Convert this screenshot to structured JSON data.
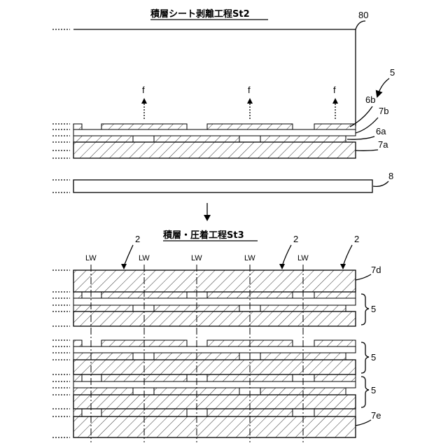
{
  "titles": {
    "step2": "積層シート剥離工程St2",
    "step3": "積層・圧着工程St3"
  },
  "labels": {
    "n80": "80",
    "n5": "5",
    "n6b": "6b",
    "n7b": "7b",
    "n6a": "6a",
    "n7a": "7a",
    "n8": "8",
    "f": "f",
    "n2": "2",
    "lw": "LW",
    "n7d": "7d",
    "n7e": "7e"
  }
}
